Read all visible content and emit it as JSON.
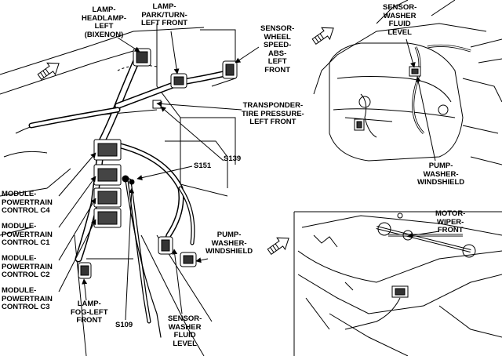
{
  "labels": {
    "lamp_headlamp_left": "LAMP-\nHEADLAMP-\nLEFT\n(BIXENON)",
    "lamp_park_turn_left": "LAMP-\nPARK/TURN-\nLEFT FRONT",
    "sensor_wheel_speed": "SENSOR-\nWHEEL\nSPEED-\nABS-\nLEFT\nFRONT",
    "transponder_tire": "TRANSPONDER-\nTIRE PRESSURE-\nLEFT FRONT",
    "s139": "S139",
    "s151": "S151",
    "s109": "S109",
    "pcm_c4": "MODULE-\nPOWERTRAIN\nCONTROL C4",
    "pcm_c1": "MODULE-\nPOWERTRAIN\nCONTROL C1",
    "pcm_c2": "MODULE-\nPOWERTRAIN\nCONTROL C2",
    "pcm_c3": "MODULE-\nPOWERTRAIN\nCONTROL C3",
    "lamp_fog_left": "LAMP-\nFOG-LEFT\nFRONT",
    "pump_washer_main": "PUMP-\nWASHER-\nWINDSHIELD",
    "sensor_washer_fluid_main": "SENSOR-\nWASHER\nFLUID\nLEVEL",
    "sensor_washer_fluid_inset": "SENSOR-\nWASHER\nFLUID\nLEVEL",
    "pump_washer_inset": "PUMP-\nWASHER-\nWINDSHIELD",
    "motor_wiper_front": "MOTOR-\nWIPER-\nFRONT"
  },
  "icons": [
    "forward-arrow-icon"
  ]
}
